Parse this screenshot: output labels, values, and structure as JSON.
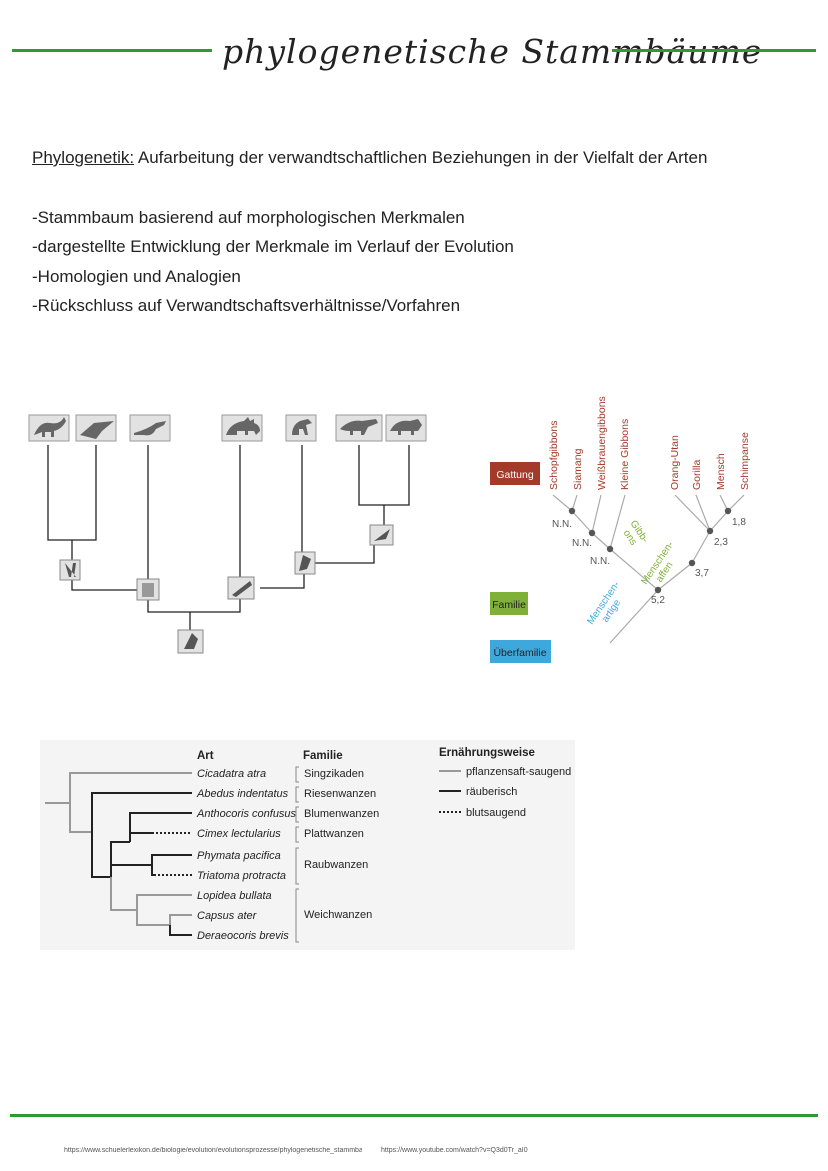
{
  "header": {
    "title": "phylogenetische Stammbäume",
    "rule_color": "#2f9a2f"
  },
  "intro": {
    "term": "Phylogenetik:",
    "definition": " Aufarbeitung der verwandtschaftlichen Beziehungen in der Vielfalt der Arten"
  },
  "bullets": [
    "-Stammbaum basierend auf morphologischen Merkmalen",
    "-dargestellte Entwicklung der Merkmale im Verlauf der Evolution",
    "-Homologien und Analogien",
    "-Rückschluss auf Verwandtschaftsverhältnisse/Vorfahren"
  ],
  "ape_tree": {
    "legend": {
      "gattung": "Gattung",
      "familie": "Familie",
      "ueberfamilie": "Überfamilie"
    },
    "species": [
      "Schopfgibbons",
      "Siamang",
      "Weißbrauengibbons",
      "Kleine Gibbons",
      "Orang-Utan",
      "Gorilla",
      "Mensch",
      "Schimpanse"
    ],
    "node_labels": [
      "N.N.",
      "N.N.",
      "N.N.",
      "1,8",
      "2,3",
      "3,7",
      "5,2"
    ],
    "group_labels": {
      "gibbons": "Gibb-\nons",
      "menschenaffen": "Menschen-\naffen",
      "menschenartige": "Menschen-\nartige"
    },
    "colors": {
      "gattung": "#a33a2a",
      "familie": "#7fb038",
      "ueberfamilie": "#3ea8dc"
    }
  },
  "insect_table": {
    "headers": {
      "art": "Art",
      "familie": "Familie",
      "ernaehrung": "Ernährungsweise"
    },
    "species": [
      "Cicadatra atra",
      "Abedus indentatus",
      "Anthocoris confusus",
      "Cimex lectularius",
      "Phymata pacifica",
      "Triatoma protracta",
      "Lopidea bullata",
      "Capsus ater",
      "Deraeocoris brevis"
    ],
    "families": [
      "Singzikaden",
      "Riesenwanzen",
      "Blumenwanzen",
      "Plattwanzen",
      "Raubwanzen",
      "Weichwanzen"
    ],
    "legend": [
      "pflanzensaft-saugend",
      "räuberisch",
      "blutsaugend"
    ]
  },
  "footer": {
    "link1": "https://www.schuelerlexikon.de/biologie/evolution/evolutionsprozesse/phylogenetische_stammbaeume",
    "link2": "https://www.youtube.com/watch?v=Q3d0Tr_aI0"
  }
}
